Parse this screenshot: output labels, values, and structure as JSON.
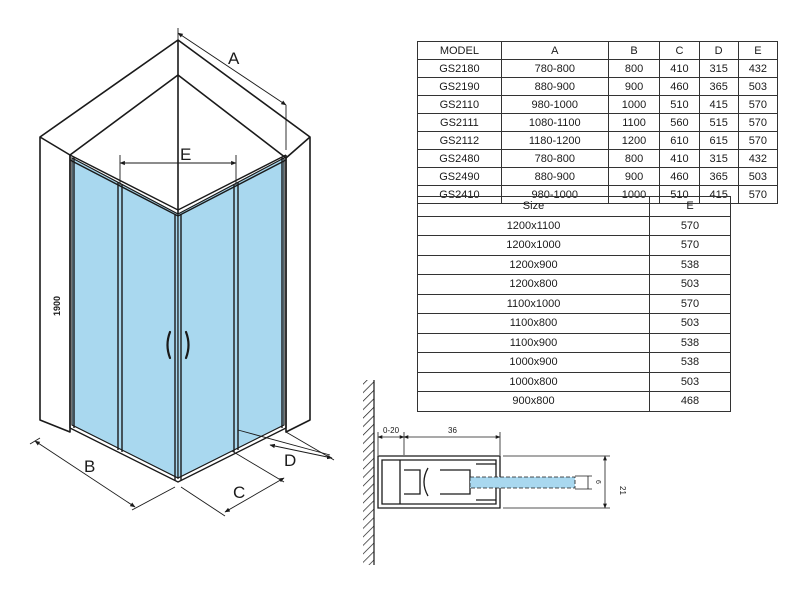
{
  "drawing": {
    "labels": {
      "A": "A",
      "B": "B",
      "C": "C",
      "D": "D",
      "E": "E",
      "height": "1900"
    },
    "profile": {
      "gap": "0-20",
      "width": "36",
      "height": "21",
      "glass": "6"
    }
  },
  "models_table": {
    "headers": [
      "MODEL",
      "A",
      "B",
      "C",
      "D",
      "E"
    ],
    "rows": [
      [
        "GS2180",
        "780-800",
        "800",
        "410",
        "315",
        "432"
      ],
      [
        "GS2190",
        "880-900",
        "900",
        "460",
        "365",
        "503"
      ],
      [
        "GS2110",
        "980-1000",
        "1000",
        "510",
        "415",
        "570"
      ],
      [
        "GS2111",
        "1080-1100",
        "1100",
        "560",
        "515",
        "570"
      ],
      [
        "GS2112",
        "1180-1200",
        "1200",
        "610",
        "615",
        "570"
      ],
      [
        "GS2480",
        "780-800",
        "800",
        "410",
        "315",
        "432"
      ],
      [
        "GS2490",
        "880-900",
        "900",
        "460",
        "365",
        "503"
      ],
      [
        "GS2410",
        "980-1000",
        "1000",
        "510",
        "415",
        "570"
      ]
    ]
  },
  "size_table": {
    "headers": [
      "Size",
      "E"
    ],
    "rows": [
      [
        "1200x1100",
        "570"
      ],
      [
        "1200x1000",
        "570"
      ],
      [
        "1200x900",
        "538"
      ],
      [
        "1200x800",
        "503"
      ],
      [
        "1100x1000",
        "570"
      ],
      [
        "1100x800",
        "503"
      ],
      [
        "1100x900",
        "538"
      ],
      [
        "1000x900",
        "538"
      ],
      [
        "1000x800",
        "503"
      ],
      [
        "900x800",
        "468"
      ]
    ]
  }
}
